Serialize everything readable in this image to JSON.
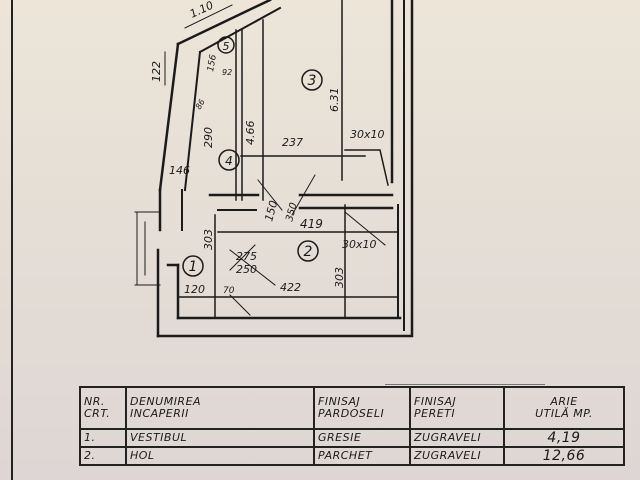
{
  "plan": {
    "rooms": [
      {
        "id": "1",
        "label": "1"
      },
      {
        "id": "2",
        "label": "2"
      },
      {
        "id": "3",
        "label": "3"
      },
      {
        "id": "4",
        "label": "4"
      },
      {
        "id": "5",
        "label": "5"
      }
    ],
    "dimensions": {
      "d_110": "1.10",
      "d_122": "122",
      "d_156": "156",
      "d_92": "92",
      "d_86": "86",
      "d_466": "4.66",
      "d_631": "6.31",
      "d_290": "290",
      "d_146": "146",
      "d_237": "237",
      "d_30x10_a": "30x10",
      "d_150": "150",
      "d_350": "350",
      "d_419": "419",
      "d_30x10_b": "30x10",
      "d_303_a": "303",
      "d_303_b": "303",
      "d_275": "275",
      "d_250": "250",
      "d_120": "120",
      "d_70": "70",
      "d_422": "422"
    }
  },
  "legend": {
    "headers": {
      "nr": [
        "NR.",
        "CRT."
      ],
      "name": [
        "DENUMIREA",
        "INCAPERII"
      ],
      "floor": [
        "FINISAJ",
        "PARDOSELI"
      ],
      "walls": [
        "FINISAJ",
        "PERETI"
      ],
      "area": [
        "ARIE",
        "UTILĂ MP."
      ]
    },
    "rows": [
      {
        "nr": "1.",
        "name": "VESTIBUL",
        "floor": "GRESIE",
        "walls": "ZUGRAVELI",
        "area": "4,19"
      },
      {
        "nr": "2.",
        "name": "HOL",
        "floor": "PARCHET",
        "walls": "ZUGRAVELI",
        "area": "12,66"
      }
    ]
  }
}
